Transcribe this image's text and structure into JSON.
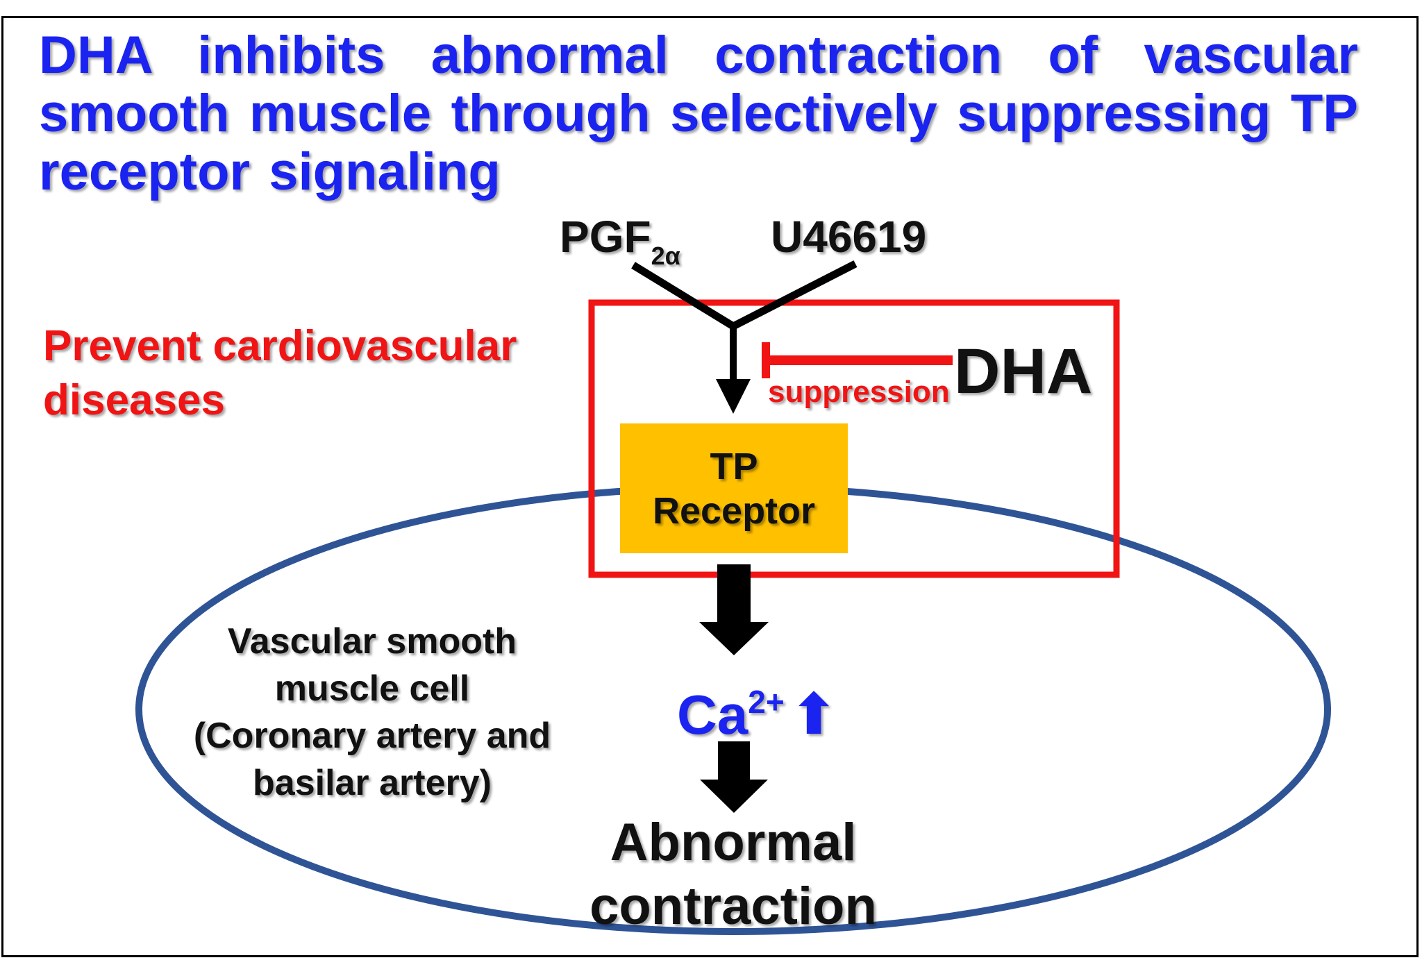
{
  "title": "DHA inhibits abnormal contraction of vascular smooth muscle through selectively suppressing TP receptor signaling",
  "agonists": {
    "pgf_base": "PGF",
    "pgf_subscript": "2α",
    "u46619": "U46619"
  },
  "prevent": {
    "line1": "Prevent cardiovascular",
    "line2": "diseases"
  },
  "dha": {
    "label": "DHA",
    "action": "suppression"
  },
  "receptor": {
    "line1": "TP",
    "line2": "Receptor"
  },
  "cell": {
    "line1": "Vascular smooth",
    "line2": "muscle cell",
    "line3": "(Coronary artery and",
    "line4": "basilar artery)"
  },
  "calcium": {
    "base": "Ca",
    "superscript": "2+",
    "arrow": "⬆"
  },
  "outcome": {
    "line1": "Abnormal",
    "line2": "contraction"
  },
  "colors": {
    "title_blue": "#1a23f0",
    "alert_red": "#f01414",
    "receptor_orange": "#ffc000",
    "cell_outline": "#2f5496"
  }
}
